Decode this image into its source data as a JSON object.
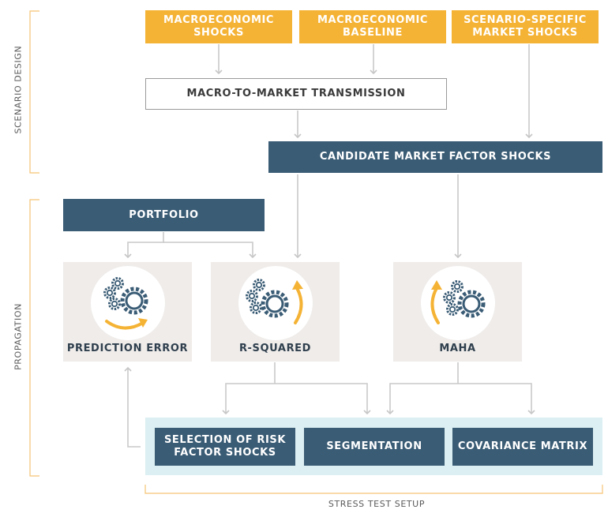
{
  "sections": {
    "scenario_design": "SCENARIO DESIGN",
    "propagation": "PROPAGATION",
    "stress_test_setup": "STRESS TEST SETUP"
  },
  "inputs": {
    "macro_shocks": "MACROECONOMIC\nSHOCKS",
    "macro_baseline": "MACROECONOMIC\nBASELINE",
    "scenario_specific": "SCENARIO-SPECIFIC\nMARKET SHOCKS"
  },
  "transmission": "MACRO-TO-MARKET TRANSMISSION",
  "candidate_shocks": "CANDIDATE MARKET FACTOR SHOCKS",
  "portfolio": "PORTFOLIO",
  "methods": {
    "prediction_error": "PREDICTION ERROR",
    "r_squared": "R-SQUARED",
    "maha": "MAHA"
  },
  "setup": {
    "selection": "SELECTION OF RISK\nFACTOR SHOCKS",
    "segmentation": "SEGMENTATION",
    "covariance": "COVARIANCE MATRIX"
  },
  "icons": {
    "method_icon": "gears-cycle-icon"
  },
  "colors": {
    "orange": "#f5b335",
    "navy": "#3a5c75",
    "card": "#efecea",
    "panel": "#dceff2",
    "connector": "#c9c9c9",
    "gear": "#3a5c75"
  }
}
